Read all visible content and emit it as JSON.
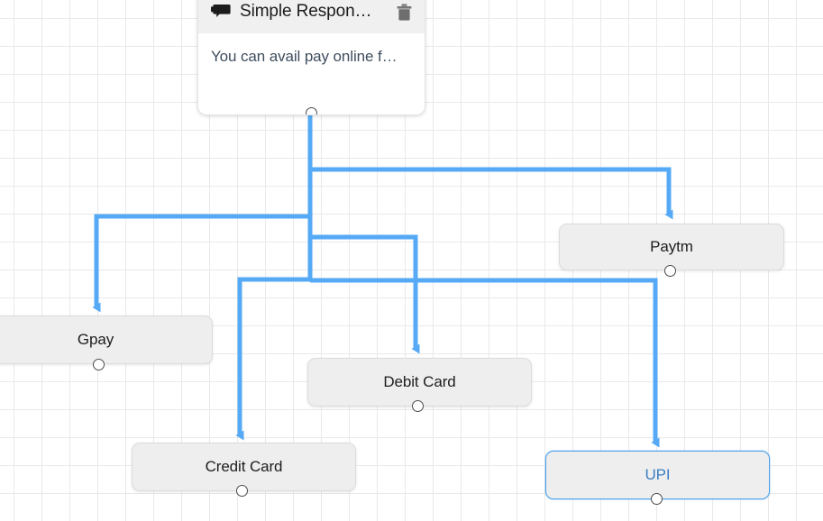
{
  "canvas": {
    "grid_size": 31,
    "background": "#ffffff",
    "grid_color": "#e9e9e9",
    "edge_color": "#56aaf5"
  },
  "message_node": {
    "icon": "chat-bubble-icon",
    "title": "Simple Respon…",
    "delete_icon": "trash-icon",
    "body_text": "You can avail pay online f…",
    "header_bg": "#f0f0f0",
    "body_bg": "#ffffff"
  },
  "option_nodes": [
    {
      "id": "gpay",
      "label": "Gpay",
      "selected": false
    },
    {
      "id": "paytm",
      "label": "Paytm",
      "selected": false
    },
    {
      "id": "debit-card",
      "label": "Debit Card",
      "selected": false
    },
    {
      "id": "credit-card",
      "label": "Credit Card",
      "selected": false
    },
    {
      "id": "upi",
      "label": "UPI",
      "selected": true
    }
  ],
  "edges": [
    {
      "from": "message-node",
      "to": "paytm"
    },
    {
      "from": "message-node",
      "to": "gpay"
    },
    {
      "from": "message-node",
      "to": "debit-card"
    },
    {
      "from": "message-node",
      "to": "credit-card"
    },
    {
      "from": "message-node",
      "to": "upi"
    }
  ]
}
